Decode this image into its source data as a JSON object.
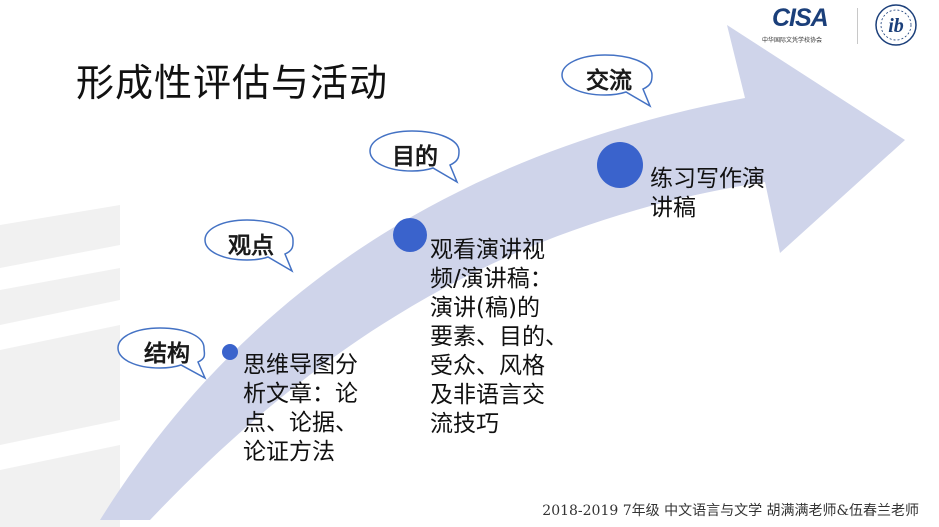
{
  "slide": {
    "title": "形成性评估与活动",
    "stages": [
      {
        "label": "结构",
        "text": "思维导图分\n析文章：论\n点、论据、\n论证方法"
      },
      {
        "label": "观点",
        "text": "观看演讲视\n频/演讲稿：\n演讲(稿)的\n要素、目的、\n受众、风格\n及非语言交\n流技巧"
      },
      {
        "label": "目的",
        "text": "练习写作演\n讲稿"
      },
      {
        "label": "交流"
      }
    ],
    "footer": "2018-2019  7年级  中文语言与文学  胡满满老师&伍春兰老师"
  },
  "logos": {
    "cisa": {
      "text": "CISA",
      "subtitle": "中华国际文凭学校协会"
    },
    "ib": {
      "text": "ib"
    }
  },
  "colors": {
    "arrow_fill": "#cfd4ea",
    "bubble_border": "#4472c4",
    "dot_fill": "#3a63cc",
    "brand_blue": "#1b3f7a"
  }
}
